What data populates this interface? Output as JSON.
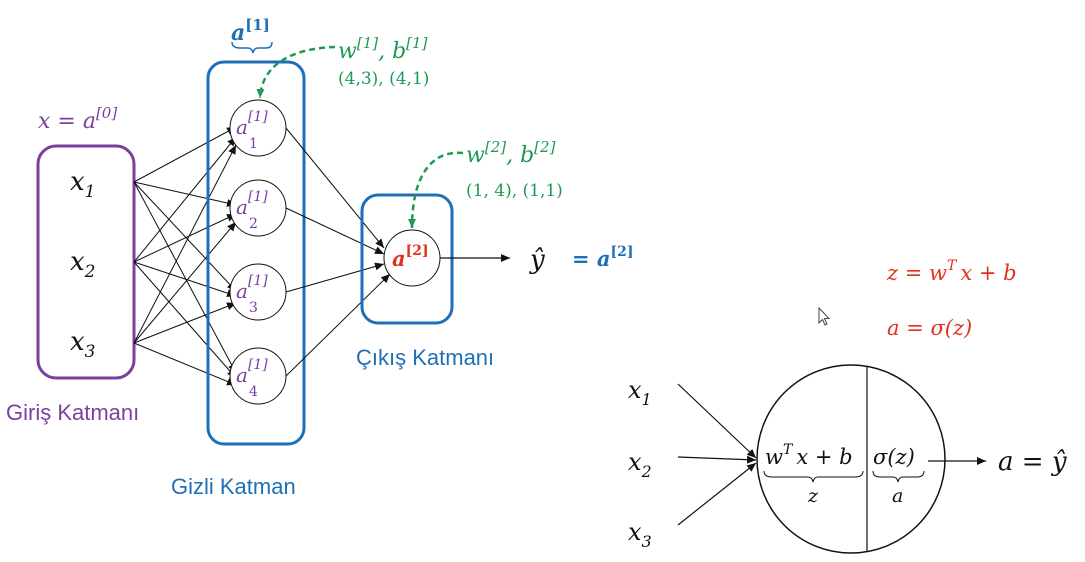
{
  "colors": {
    "input": "#7B3F9E",
    "hidden": "#1F6FB7",
    "green": "#1E9A55",
    "red": "#E0321E",
    "black": "#111111"
  },
  "input_layer": {
    "label": "Giriş Katmanı",
    "eq_left": "x = a",
    "eq_sup": "[0]",
    "nodes": [
      "x",
      "x",
      "x"
    ],
    "subs": [
      "1",
      "2",
      "3"
    ]
  },
  "hidden_layer": {
    "label": "Gizli Katman",
    "top_label": "a",
    "top_sup": "[1]",
    "node_base": "a",
    "node_sup": "[1]",
    "node_subs": [
      "1",
      "2",
      "3",
      "4"
    ],
    "params_w": "w",
    "params_w_sup": "[1]",
    "params_b": ", b",
    "params_b_sup": "[1]",
    "shapes": "(4,3), (4,1)"
  },
  "output_layer": {
    "label": "Çıkış Katmanı",
    "node_base": "a",
    "node_sup": "[2]",
    "params_w": "w",
    "params_w_sup": "[2]",
    "params_b": ", b",
    "params_b_sup": "[2]",
    "shapes": "(1, 4), (1,1)",
    "yhat": "ŷ",
    "yhat_eq": "= a",
    "yhat_sup": "[2]"
  },
  "equations": {
    "z_eq": "z = w",
    "z_sup": "T",
    "z_rest": "x + b",
    "a_eq": "a = σ(z)"
  },
  "neuron": {
    "inputs": [
      "x",
      "x",
      "x"
    ],
    "subs": [
      "1",
      "2",
      "3"
    ],
    "linear_left": "w",
    "linear_sup": "T",
    "linear_right": "x + b",
    "linear_under": "z",
    "activation": "σ(z)",
    "activation_under": "a",
    "output": "a = ŷ"
  }
}
